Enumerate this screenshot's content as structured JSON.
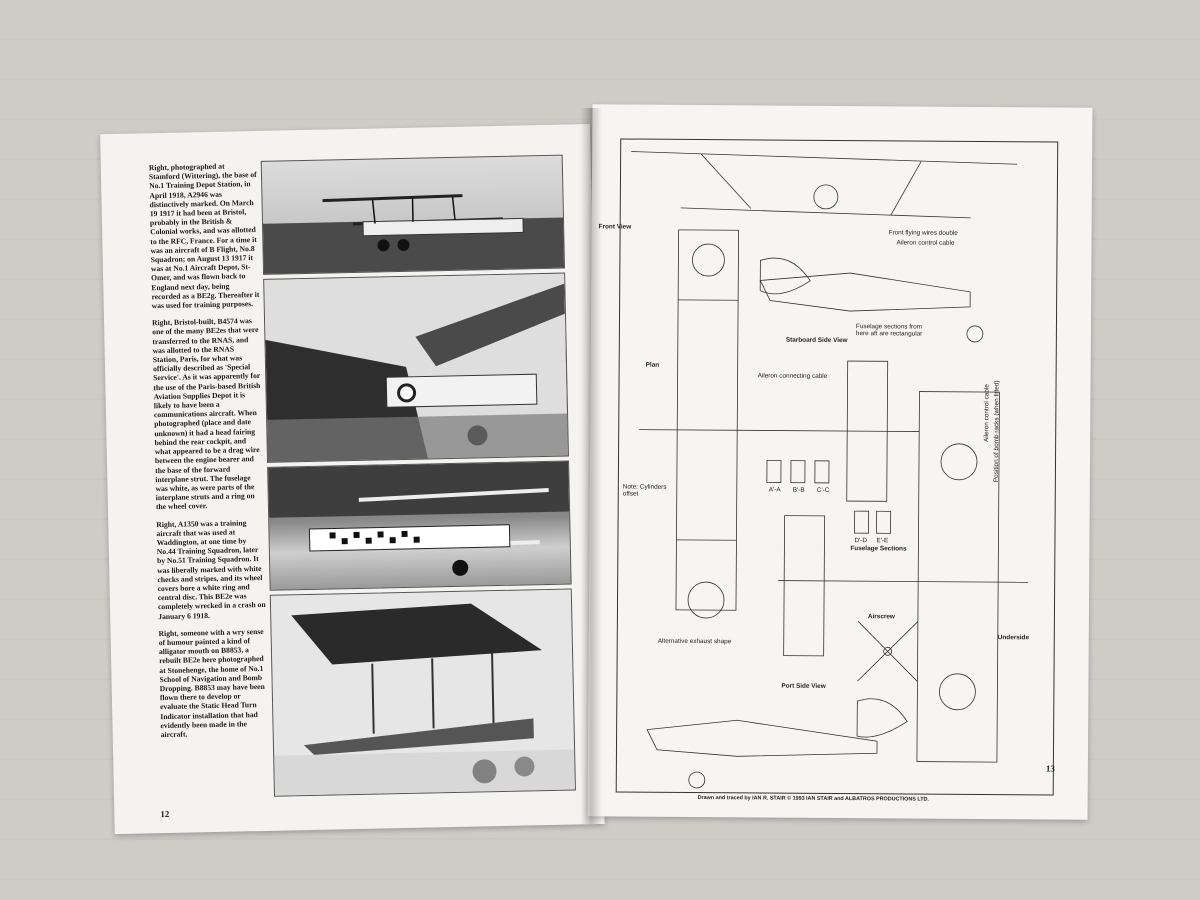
{
  "left_page": {
    "page_number": "12",
    "captions": [
      "Right, photographed at Stamford (Wittering), the base of No.1 Training Depot Station, in April 1918, A2946 was distinctively marked. On March 19 1917 it had been at Bristol, probably in the British & Colonial works, and was allotted to the RFC, France. For a time it was an aircraft of B Flight, No.8 Squadron; on August 13 1917 it was at No.1 Aircraft Depot, St-Omer, and was flown back to England next day, being recorded as a BE2g. Thereafter it was used for training purposes.",
      "Right, Bristol-built, B4574 was one of the many BE2es that were transferred to the RNAS, and was allotted to the RNAS Station, Paris, for what was officially described as 'Special Service'. As it was apparently for the use of the Paris-based British Aviation Supplies Depot it is likely to have been a communications aircraft. When photographed (place and date unknown) it had a head fairing behind the rear cockpit, and what appeared to be a drag wire between the engine bearer and the base of the forward interplane strut. The fuselage was white, as were parts of the interplane struts and a ring on the wheel cover.",
      "Right, A1350 was a training aircraft that was used at Waddington, at one time by No.44 Training Squadron, later by No.51 Training Squadron. It was liberally marked with white checks and stripes, and its wheel covers bore a white ring and central disc. This BE2e was completely wrecked in a crash on January 6 1918.",
      "Right, someone with a wry sense of humour painted a kind of alligator mouth on B8853, a rebuilt BE2e here photographed at Stonehenge, the home of No.1 School of Navigation and Bomb Dropping. B8853 may have been flown there to develop or evaluate the Static Head Turn Indicator installation that had evidently been made in the aircraft."
    ]
  },
  "right_page": {
    "page_number": "13",
    "labels": {
      "front_view": "Front View",
      "front_flying_wires": "Front flying wires double",
      "aileron_control_cable": "Aileron control cable",
      "starboard_side_view": "Starboard Side View",
      "fuselage_sections_note": "Fuselage sections from here aft are rectangular",
      "plan": "Plan",
      "aileron_connecting_cable": "Aileron connecting cable",
      "cylinders_note": "Note: Cylinders offset",
      "fuselage_sections": "Fuselage Sections",
      "airscrew": "Airscrew",
      "underside": "Underside",
      "alt_exhaust": "Alternative exhaust shape",
      "port_side_view": "Port Side View",
      "aileron_control_cable_v": "Aileron control cable",
      "bomb_racks_note": "Position of bomb racks (when fitted)",
      "section_aa": "A'-A",
      "section_bb": "B'-B",
      "section_cc": "C'-C",
      "section_dd": "D'-D",
      "section_ee": "E'-E"
    },
    "credit": "Drawn and traced by IAN R. STAIR © 1993 IAN STAIR and ALBATROS PRODUCTIONS LTD."
  }
}
